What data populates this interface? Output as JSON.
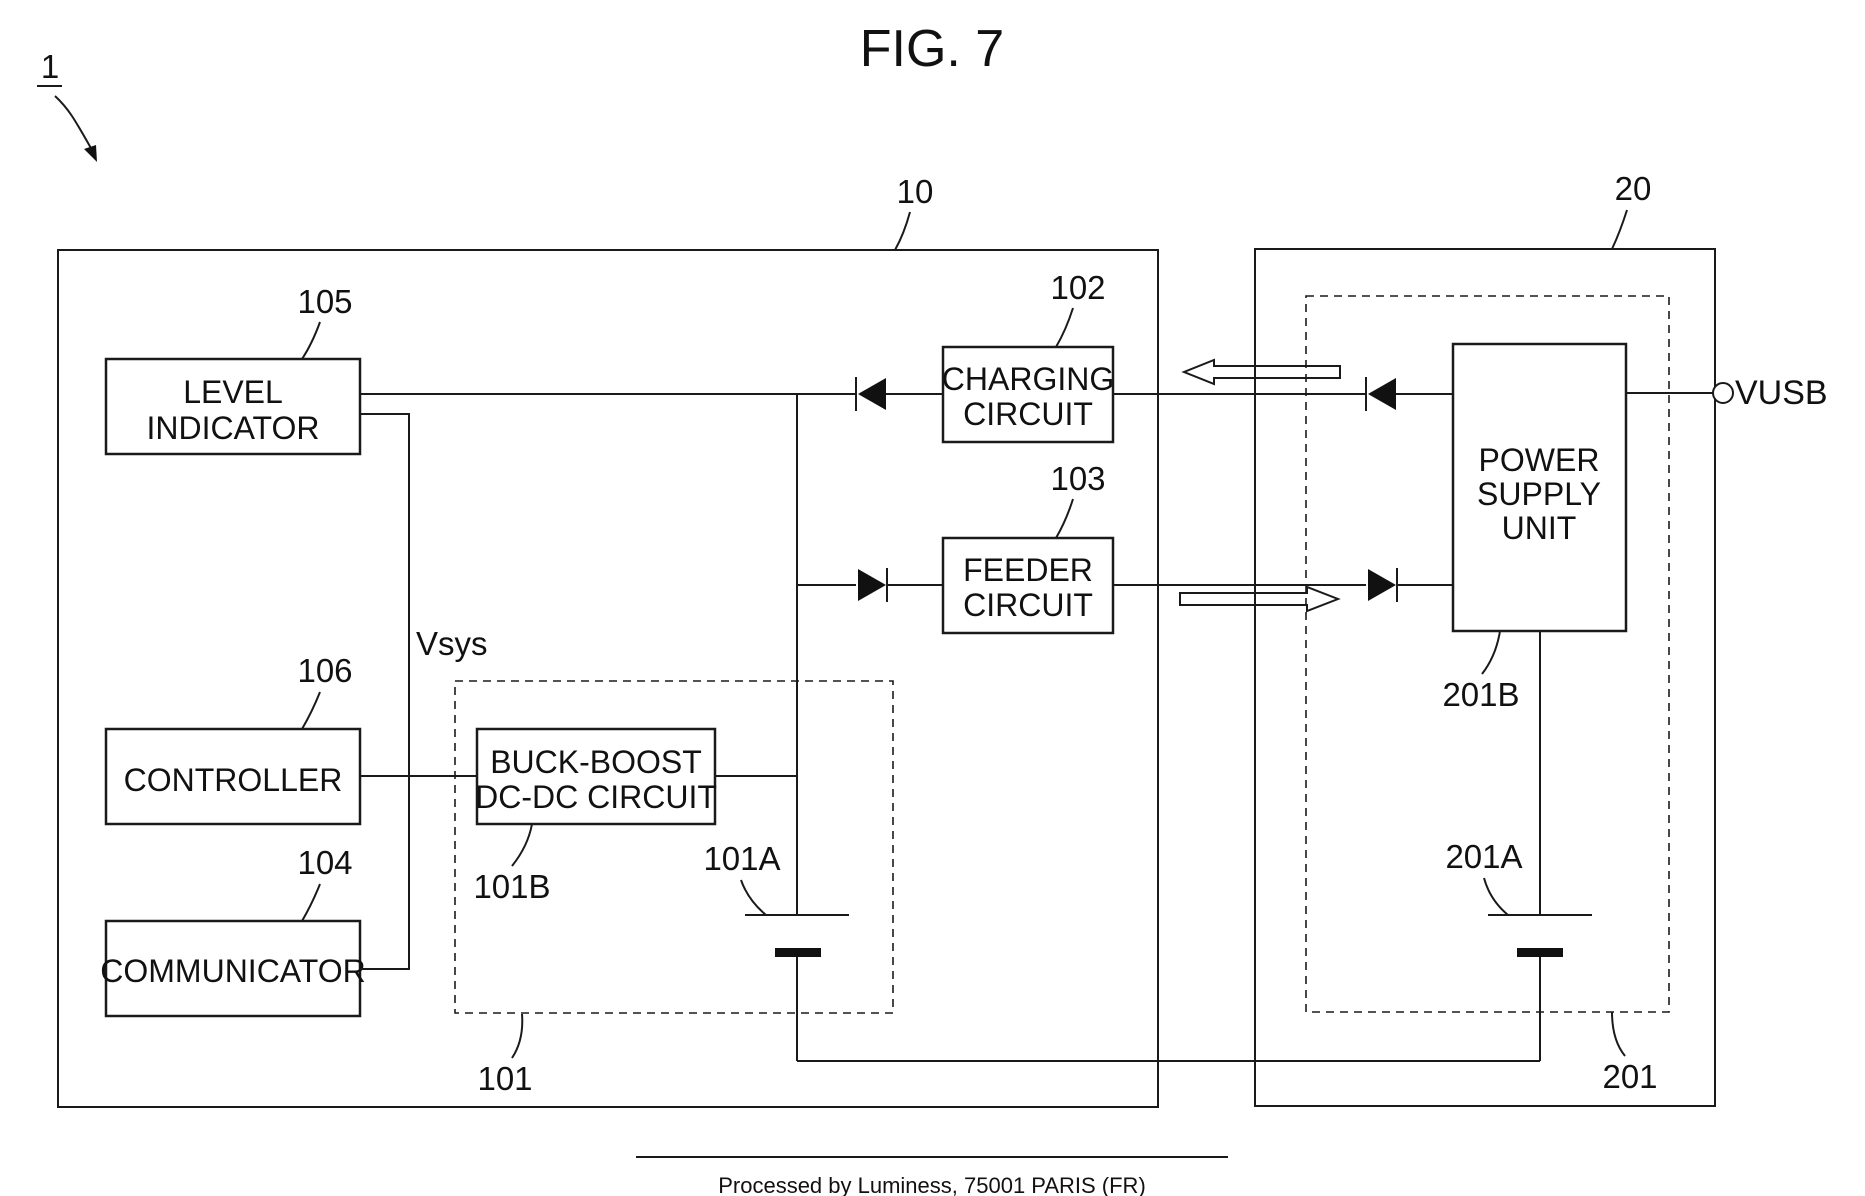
{
  "figure_title": "FIG. 7",
  "system_ref": "1",
  "left_device": {
    "ref": "10"
  },
  "right_device": {
    "ref": "20"
  },
  "blocks": {
    "level_indicator": {
      "lines": [
        "LEVEL",
        "INDICATOR"
      ],
      "ref": "105"
    },
    "controller": {
      "lines": [
        "CONTROLLER"
      ],
      "ref": "106"
    },
    "communicator": {
      "lines": [
        "COMMUNICATOR"
      ],
      "ref": "104"
    },
    "buck_boost": {
      "lines": [
        "BUCK-BOOST",
        "DC-DC CIRCUIT"
      ],
      "ref": "101B"
    },
    "charging_circuit": {
      "lines": [
        "CHARGING",
        "CIRCUIT"
      ],
      "ref": "102"
    },
    "feeder_circuit": {
      "lines": [
        "FEEDER",
        "CIRCUIT"
      ],
      "ref": "103"
    },
    "power_supply_unit": {
      "lines": [
        "POWER",
        "SUPPLY",
        "UNIT"
      ],
      "ref": "201B"
    }
  },
  "battery_module_left": {
    "ref": "101",
    "cell_ref": "101A"
  },
  "battery_module_right": {
    "ref": "201",
    "cell_ref": "201A"
  },
  "vsys_label": "Vsys",
  "vusb_label": "VUSB",
  "footer": "Processed by Luminess, 75001 PARIS (FR)"
}
